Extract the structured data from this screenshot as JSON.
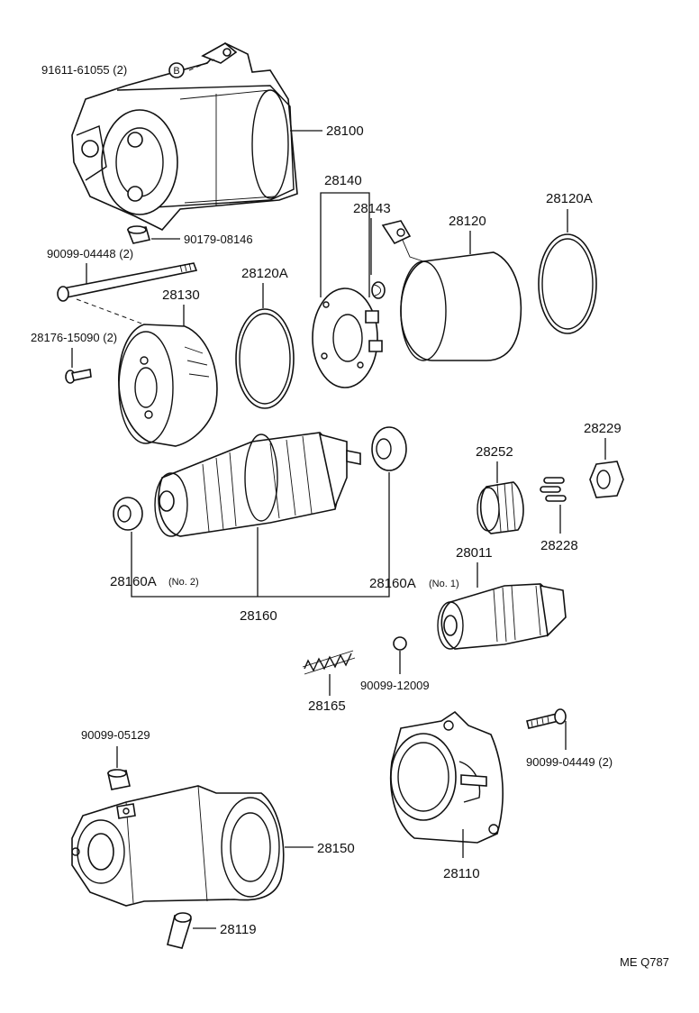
{
  "labels": {
    "p91611": "91611-61055 (2)",
    "circle_b": "B",
    "p28100": "28100",
    "p90179": "90179-08146",
    "p28140": "28140",
    "p28143": "28143",
    "p28120": "28120",
    "p28120a_right": "28120A",
    "p90099_04448": "90099-04448 (2)",
    "p28130": "28130",
    "p28120a_left": "28120A",
    "p28176": "28176-15090 (2)",
    "p28229": "28229",
    "p28252": "28252",
    "p28228": "28228",
    "p28011": "28011",
    "p28160a_no2": "28160A",
    "p28160a_no2_note": "(No. 2)",
    "p28160a_no1": "28160A",
    "p28160a_no1_note": "(No. 1)",
    "p28160": "28160",
    "p90099_12009": "90099-12009",
    "p28165": "28165",
    "p90099_05129": "90099-05129",
    "p90099_04449": "90099-04449 (2)",
    "p28150": "28150",
    "p28110": "28110",
    "p28119": "28119",
    "footer": "ME   Q787"
  }
}
